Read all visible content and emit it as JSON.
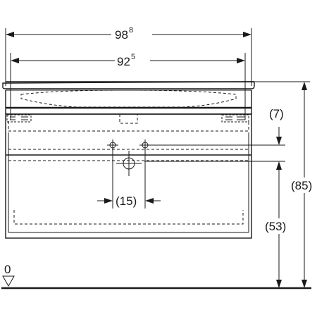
{
  "dimensions": {
    "overall_width_main": "98",
    "overall_width_sup": "8",
    "inner_width_main": "92",
    "inner_width_sup": "5",
    "total_height": "(85)",
    "drain_height": "(53)",
    "drain_offset_vertical": "(7)",
    "drain_offset_horizontal": "(15)",
    "floor_level": "0"
  },
  "icons": {
    "floor_marker": "floor-level-triangle-icon",
    "drain_outlet": "drain-outlet-icon",
    "water_connection": "water-connection-crosshair-icon"
  },
  "colors": {
    "line": "#1a1a1a",
    "background": "#ffffff"
  }
}
